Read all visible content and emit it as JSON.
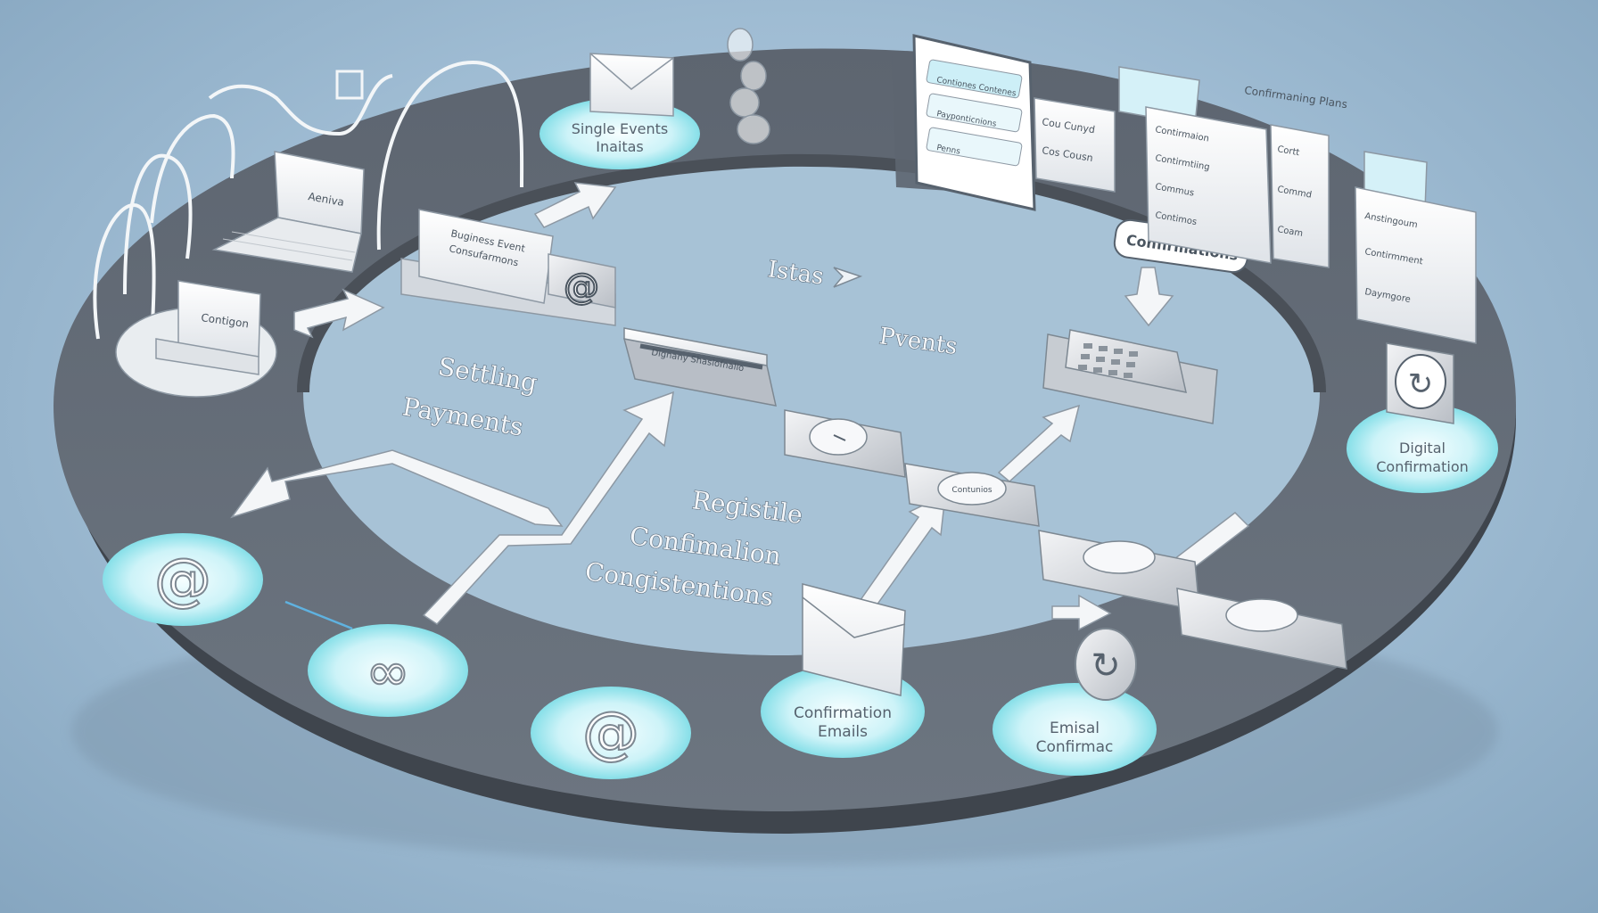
{
  "diagram": {
    "center_labels": {
      "istas": "Istas",
      "pvents": "Pvents",
      "settling": "Settling",
      "payments": "Payments",
      "registrations": [
        "Registile",
        "Confimalion",
        "Congistentions"
      ]
    },
    "nodes": {
      "single_events": [
        "Single Events",
        "Inaitas"
      ],
      "confirmations_tag": "Confirmations",
      "confirmation_emails": [
        "Confirmation",
        "Emails"
      ],
      "email_confirmation": [
        "Emisal",
        "Confirmac"
      ],
      "digital_confirmation": [
        "Digital",
        "Confirmation"
      ],
      "side_panel_title": "Confirmaning Plans",
      "card_text": "Dignany Shasiofnalio",
      "laptop_screen": "Aeniva",
      "stand_label": "Contigon",
      "business_card": [
        "Buginess Event",
        "Consufarmons"
      ],
      "device_label": "Contunios"
    },
    "panels": {
      "main_screen": [
        "Contiones Contenes",
        "Payponticnions",
        "Penns"
      ],
      "mid_stack_a": [
        "Cou Cunyd",
        "Cos Cousn"
      ],
      "mid_stack_b": [
        "Contirmaion",
        "Contirmtiing",
        "Commus",
        "Contimos"
      ],
      "mid_stack_c": [
        "Cortt",
        "Commd",
        "Coam"
      ],
      "right_stack": [
        "Anstingoum",
        "Contirmment",
        "Daymgore"
      ]
    }
  }
}
